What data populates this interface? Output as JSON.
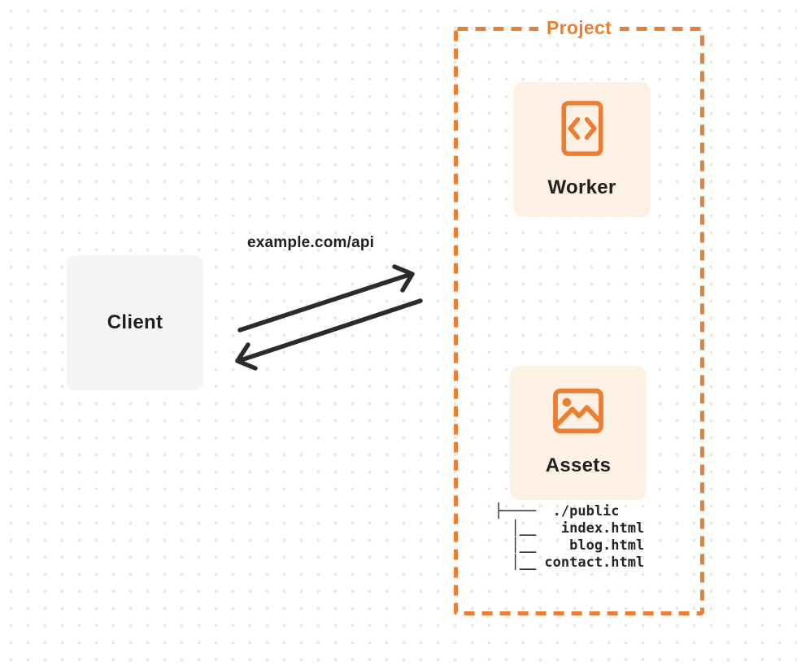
{
  "colors": {
    "accent_orange": "#ED7D31",
    "card_bg": "#FCF1E4",
    "client_bg": "#F5F5F6",
    "ink": "#1F1F1F",
    "arrow_ink": "#2B2B2B",
    "dot": "#E7E7E7",
    "tree_ink": "#262626"
  },
  "client": {
    "label": "Client"
  },
  "request": {
    "label": "example.com/api"
  },
  "project": {
    "label": "Project",
    "worker": {
      "label": "Worker",
      "icon": "code-file-icon"
    },
    "assets": {
      "label": "Assets",
      "icon": "image-icon",
      "file_tree": "├────  ./public\n  │__   index.html\n  │__    blog.html\n  │__ contact.html"
    }
  }
}
